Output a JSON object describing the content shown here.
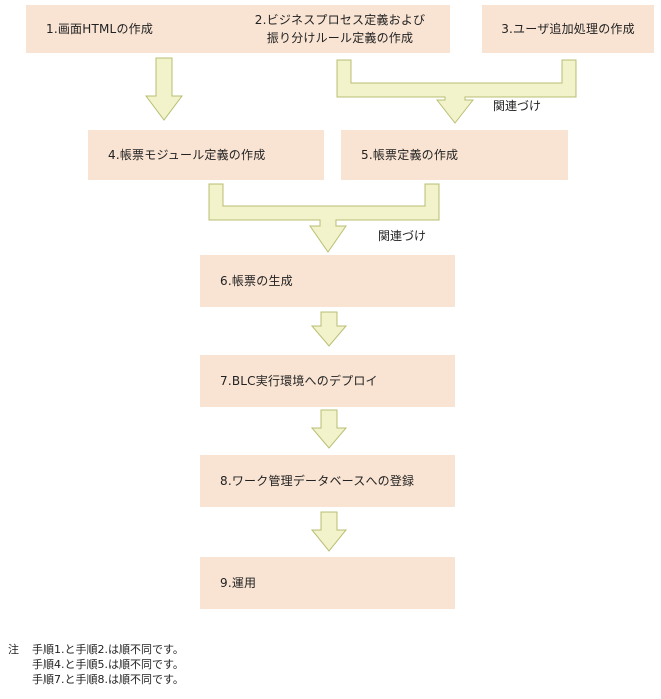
{
  "steps": {
    "s1": "1.画面HTMLの作成",
    "s2_line1": "2.ビジネスプロセス定義および",
    "s2_line2": "振り分けルール定義の作成",
    "s3": "3.ユーザ追加処理の作成",
    "s4": "4.帳票モジュール定義の作成",
    "s5": "5.帳票定義の作成",
    "s6": "6.帳票の生成",
    "s7": "7.BLC実行環境へのデプロイ",
    "s8": "8.ワーク管理データベースへの登録",
    "s9": "9.運用"
  },
  "labels": {
    "association_1": "関連づけ",
    "association_2": "関連づけ"
  },
  "notes": {
    "head": "注",
    "lines": [
      "手順1.と手順2.は順不同です。",
      "手順4.と手順5.は順不同です。",
      "手順7.と手順8.は順不同です。"
    ]
  },
  "colors": {
    "box_fill": "#f9e4d3",
    "arrow_fill": "#f2f2cb",
    "arrow_stroke": "#b8bf72"
  }
}
